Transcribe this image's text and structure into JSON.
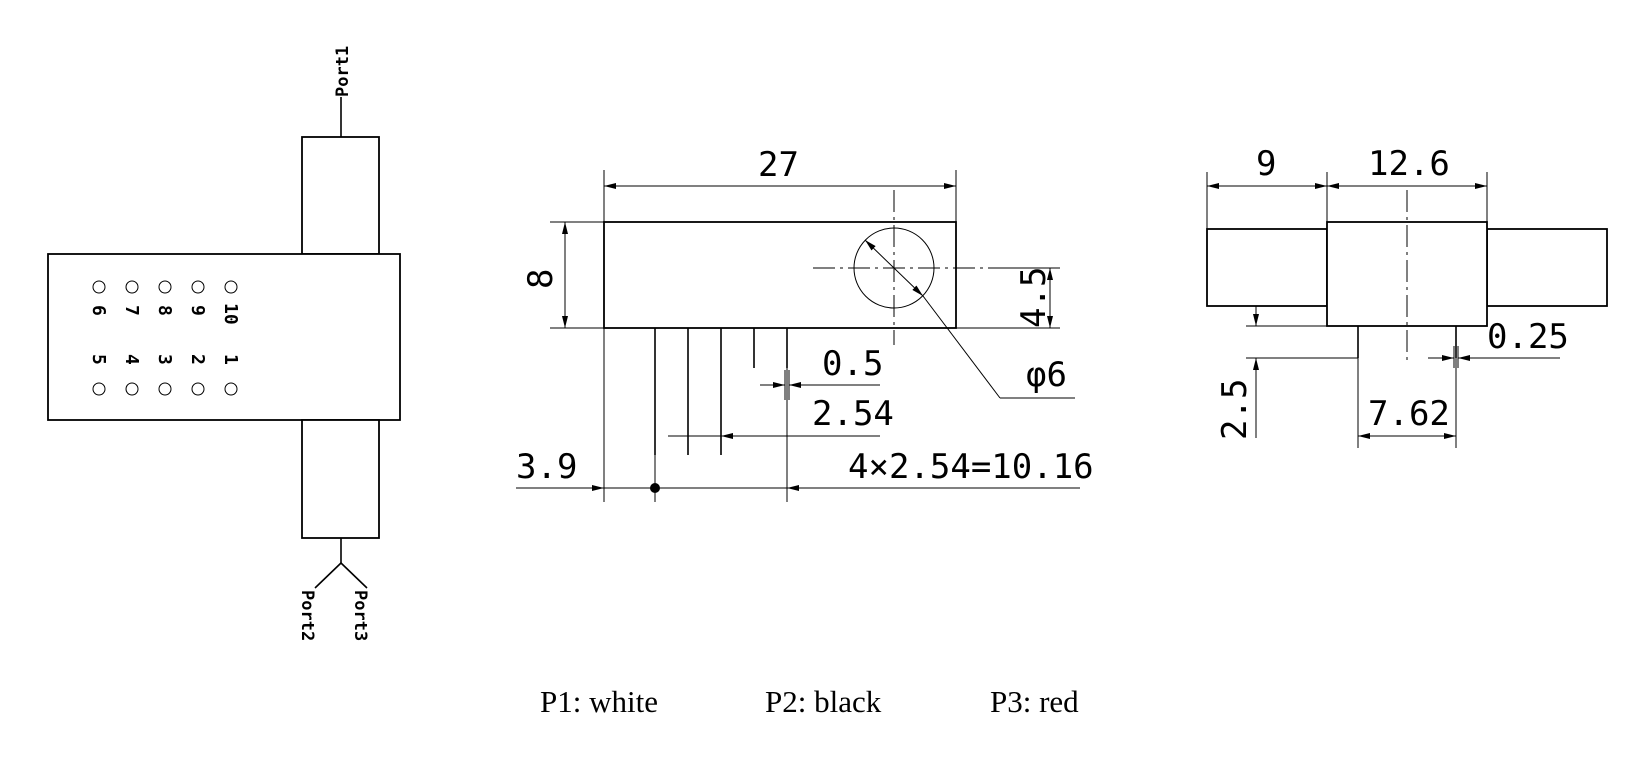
{
  "ports": {
    "port1": "Port1",
    "port2": "Port2",
    "port3": "Port3"
  },
  "pins": {
    "top_row": [
      "6",
      "7",
      "8",
      "9",
      "10"
    ],
    "bottom_row": [
      "5",
      "4",
      "3",
      "2",
      "1"
    ]
  },
  "front_view": {
    "width": "27",
    "height": "8",
    "hole_offset": "4.5",
    "hole_diameter": "φ6",
    "pin_width": "0.5",
    "pin_pitch": "2.54",
    "first_pin_offset": "3.9",
    "pitch_total": "4×2.54=10.16"
  },
  "side_view": {
    "left_length": "9",
    "body_width": "12.6",
    "pin_thickness": "0.25",
    "pin_length": "2.5",
    "row_spacing": "7.62"
  },
  "legend": {
    "p1": "P1: white",
    "p2": "P2: black",
    "p3": "P3: red"
  }
}
